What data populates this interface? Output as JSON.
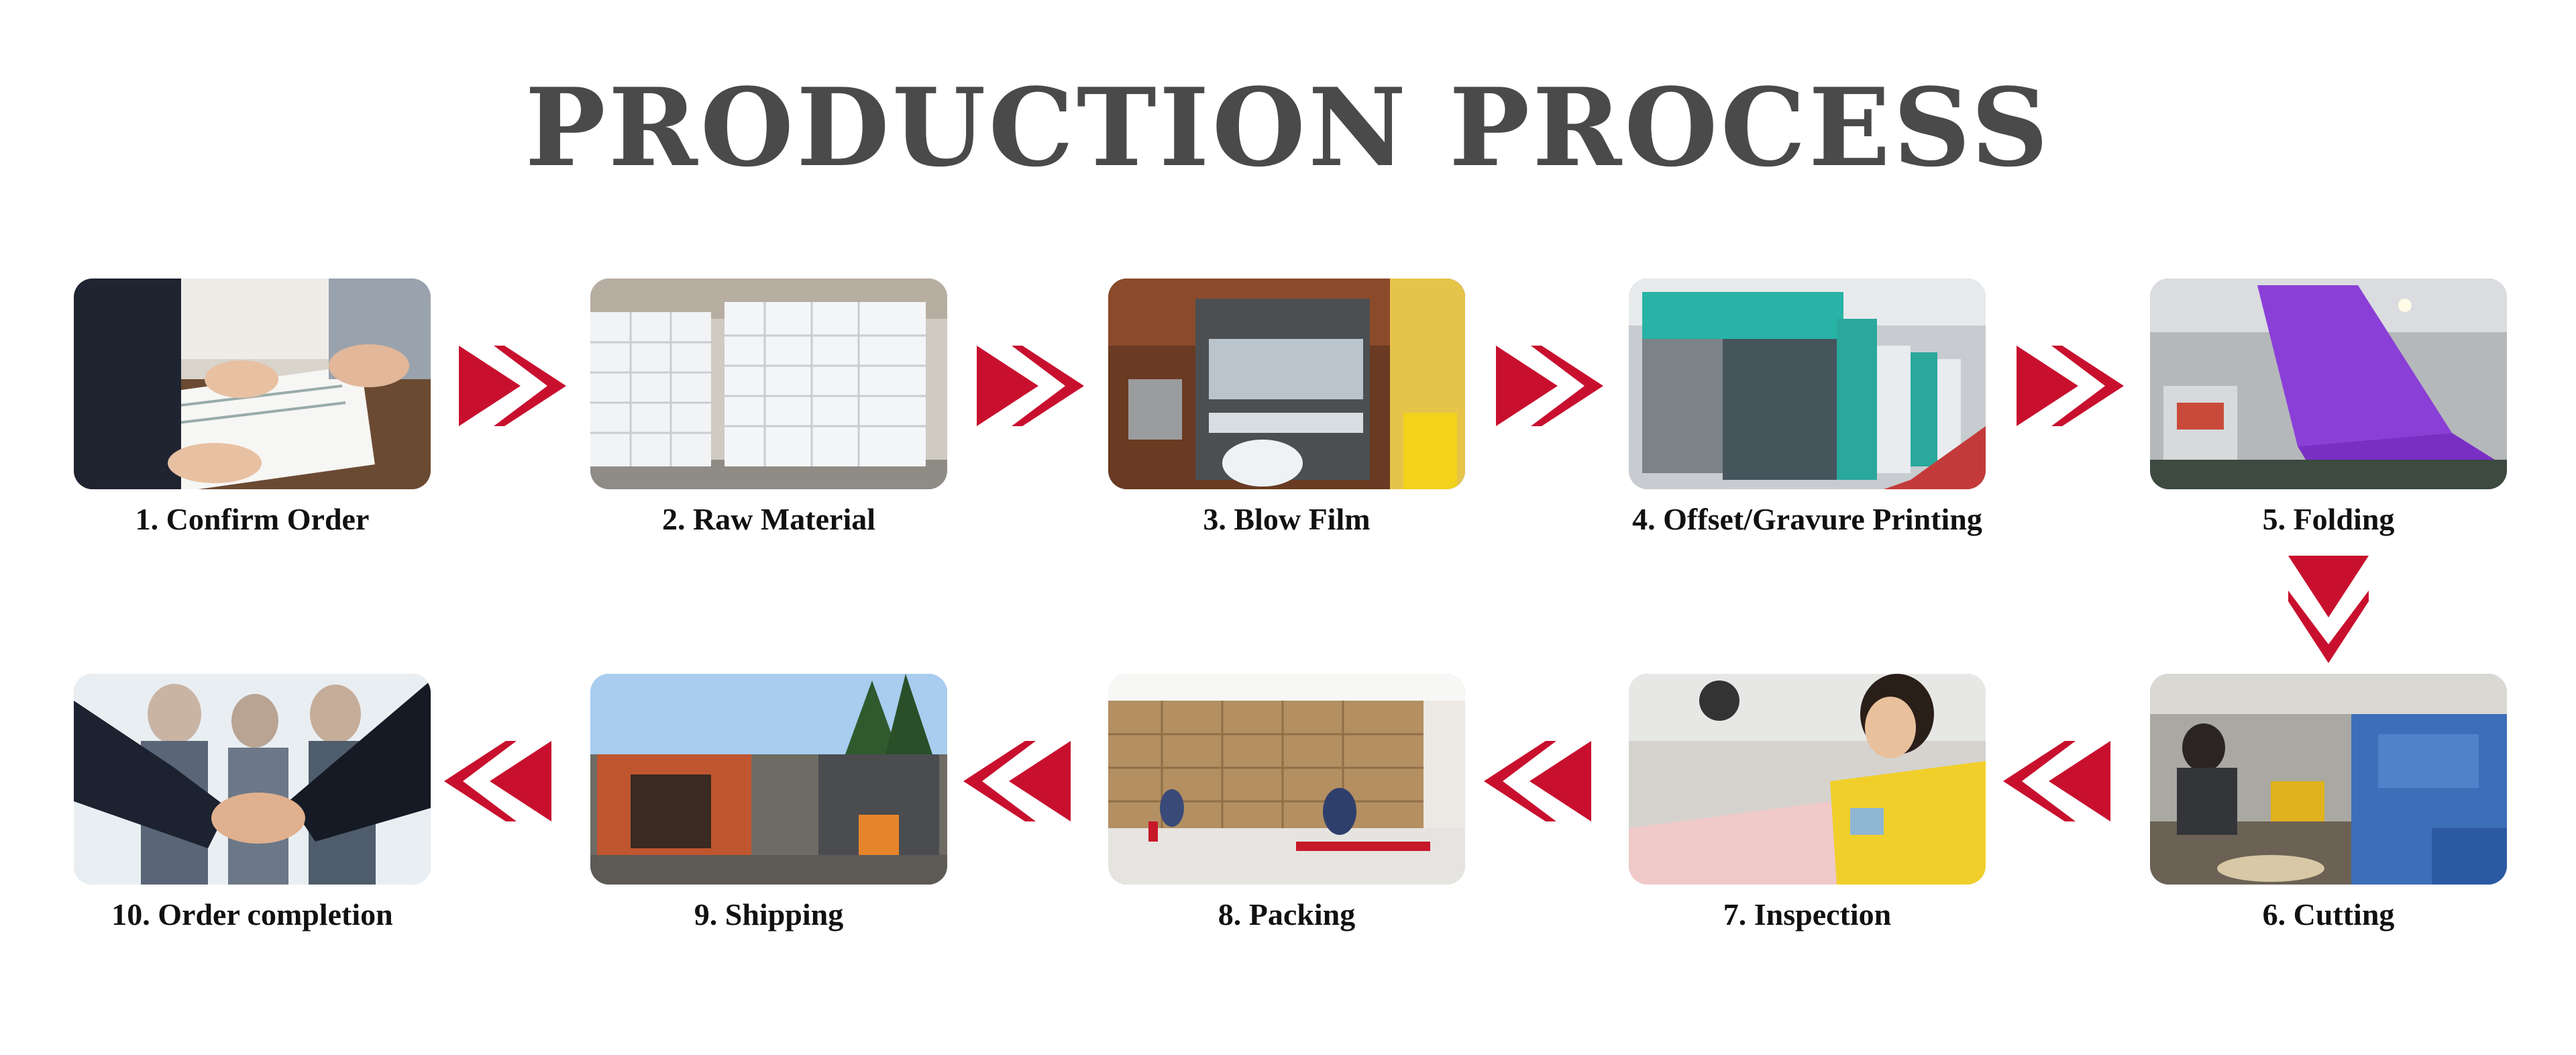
{
  "title": "PRODUCTION PROCESS",
  "colors": {
    "title": "#4a4a4a",
    "arrow": "#c8102e",
    "caption": "#111111"
  },
  "steps": [
    {
      "label": "1. Confirm Order",
      "image": "handshake-contract-signing"
    },
    {
      "label": "2. Raw Material",
      "image": "pallets-of-resin-sacks"
    },
    {
      "label": "3. Blow Film",
      "image": "film-blowing-machine"
    },
    {
      "label": "4. Offset/Gravure Printing",
      "image": "teal-printing-press"
    },
    {
      "label": "5. Folding",
      "image": "purple-film-folding-machine"
    },
    {
      "label": "6. Cutting",
      "image": "bag-cutting-workshop"
    },
    {
      "label": "7. Inspection",
      "image": "worker-inspecting-bags"
    },
    {
      "label": "8. Packing",
      "image": "warehouse-carton-packing"
    },
    {
      "label": "9. Shipping",
      "image": "container-truck-loading"
    },
    {
      "label": "10. Order completion",
      "image": "business-handshake"
    }
  ]
}
